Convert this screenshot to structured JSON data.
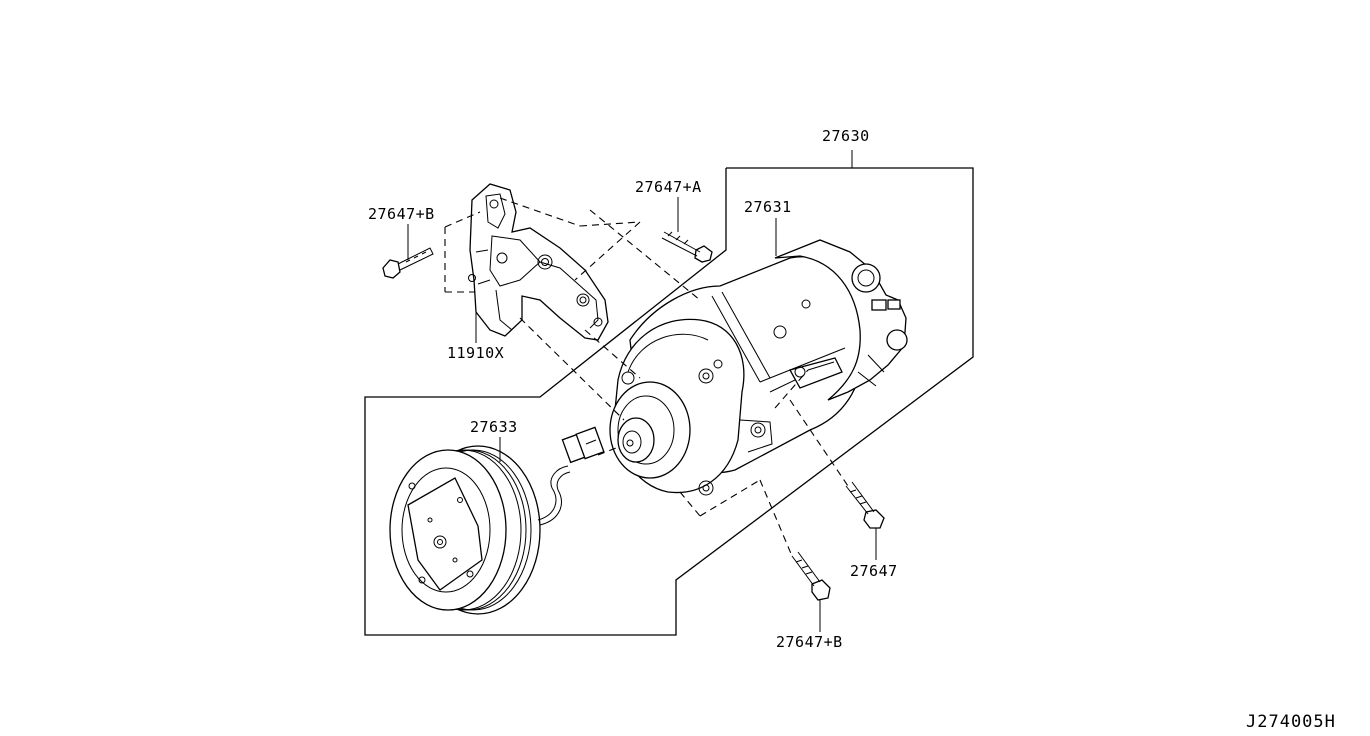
{
  "diagram": {
    "labels": {
      "assembly": "27630",
      "compressor": "27631",
      "clutch": "27633",
      "bracket": "11910X",
      "bolt_a": "27647+A",
      "bolt_b_left": "27647+B",
      "bolt_b_bottom": "27647+B",
      "bolt_plain": "27647"
    },
    "reference_code": "J274005H"
  }
}
